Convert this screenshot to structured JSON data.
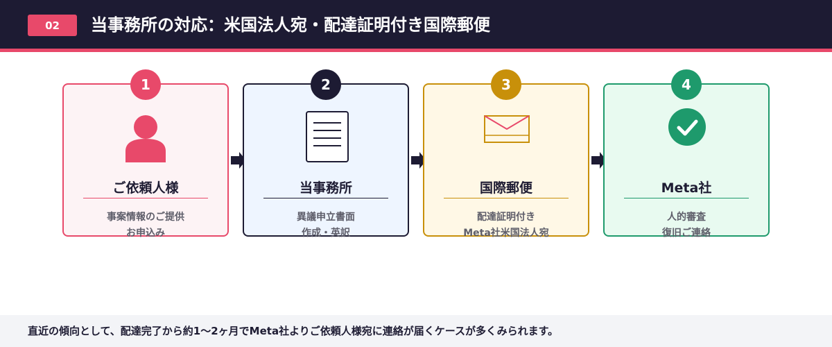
{
  "header": {
    "badge": "02",
    "title": "当事務所の対応：米国法人宛・配達証明付き国際郵便"
  },
  "steps": [
    {
      "number": "1",
      "title": "ご依頼人様",
      "desc_line1": "事案情報のご提供",
      "desc_line2": "お申込み",
      "icon": "person-icon",
      "accent": "#e8496a",
      "bg": "#fdf3f5"
    },
    {
      "number": "2",
      "title": "当事務所",
      "desc_line1": "異議申立書面",
      "desc_line2": "作成・英訳",
      "icon": "document-icon",
      "accent": "#1d1b33",
      "bg": "#eef5ff"
    },
    {
      "number": "3",
      "title": "国際郵便",
      "desc_line1": "配達証明付き",
      "desc_line2": "Meta社米国法人宛",
      "icon": "envelope-icon",
      "accent": "#c8900a",
      "bg": "#fff8e6"
    },
    {
      "number": "4",
      "title": "Meta社",
      "desc_line1": "人的審査",
      "desc_line2": "復旧ご連絡",
      "icon": "check-circle-icon",
      "accent": "#1e9a6c",
      "bg": "#e8faf0"
    }
  ],
  "footer": {
    "note": "直近の傾向として、配達完了から約1〜2ヶ月でMeta社よりご依頼人様宛に連絡が届くケースが多くみられます。"
  }
}
